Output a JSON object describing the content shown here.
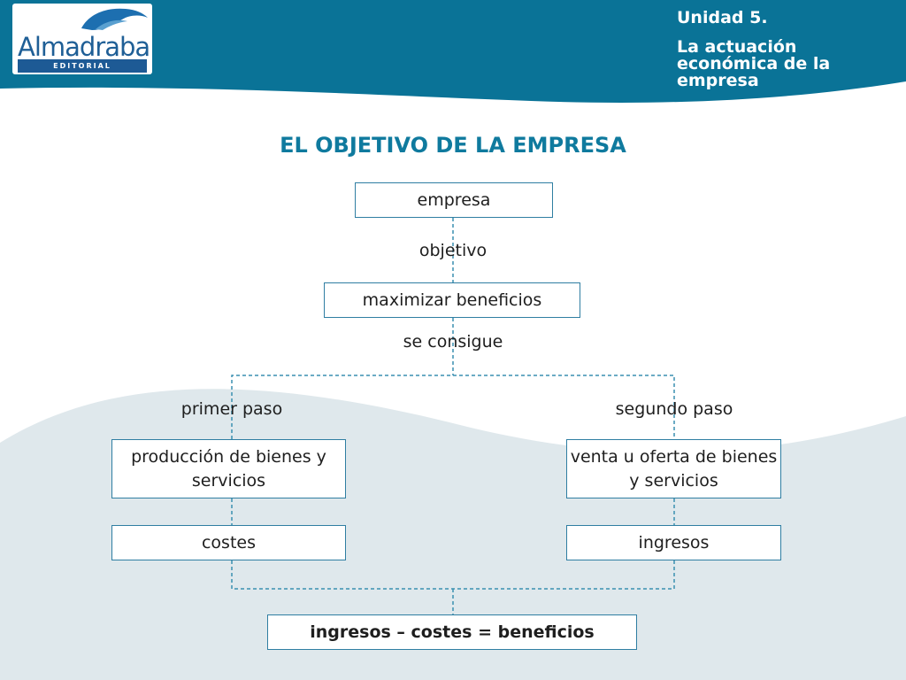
{
  "header": {
    "logo_name": "Almadraba",
    "logo_sub": "EDITORIAL",
    "unit_number": "Unidad 5.",
    "unit_title": "La actuación económica de la empresa"
  },
  "diagram": {
    "title": "EL OBJETIVO DE LA EMPRESA",
    "nodes": {
      "empresa": "empresa",
      "maximizar": "maximizar beneficios",
      "produccion": "producción de bienes y servicios",
      "venta": "venta u oferta de bienes y servicios",
      "costes": "costes",
      "ingresos": "ingresos",
      "formula": "ingresos – costes = beneficios"
    },
    "edge_labels": {
      "objetivo": "objetivo",
      "se_consigue": "se consigue",
      "primer_paso": "primer paso",
      "segundo_paso": "segundo paso"
    }
  },
  "colors": {
    "header_band": "#0a7397",
    "wave_light": "#dfe8ec",
    "title": "#0f7a9e",
    "border": "#2f7ea2",
    "connector": "#3a8fb0",
    "logo_blue": "#1d5a95"
  }
}
